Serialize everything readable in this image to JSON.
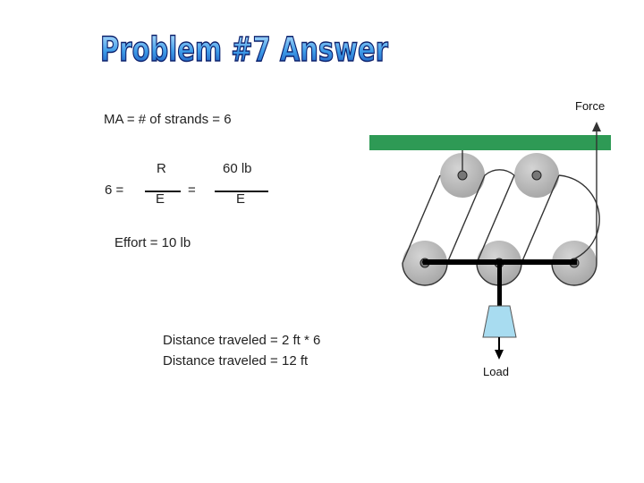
{
  "slide": {
    "title": "Problem #7 Answer",
    "ma_line": "MA = # of strands = 6",
    "equation": {
      "lhs": "6 =",
      "frac1_num": "R",
      "frac1_den": "E",
      "equals": "=",
      "frac2_num": "60 lb",
      "frac2_den": "E"
    },
    "effort": "Effort = 10 lb",
    "distance_line1": "Distance  traveled = 2 ft * 6",
    "distance_line2": "Distance  traveled = 12 ft"
  },
  "diagram": {
    "force_label": "Force",
    "load_label": "Load",
    "ceiling_color": "#2e9a55",
    "load_color": "#a8dcf0"
  }
}
